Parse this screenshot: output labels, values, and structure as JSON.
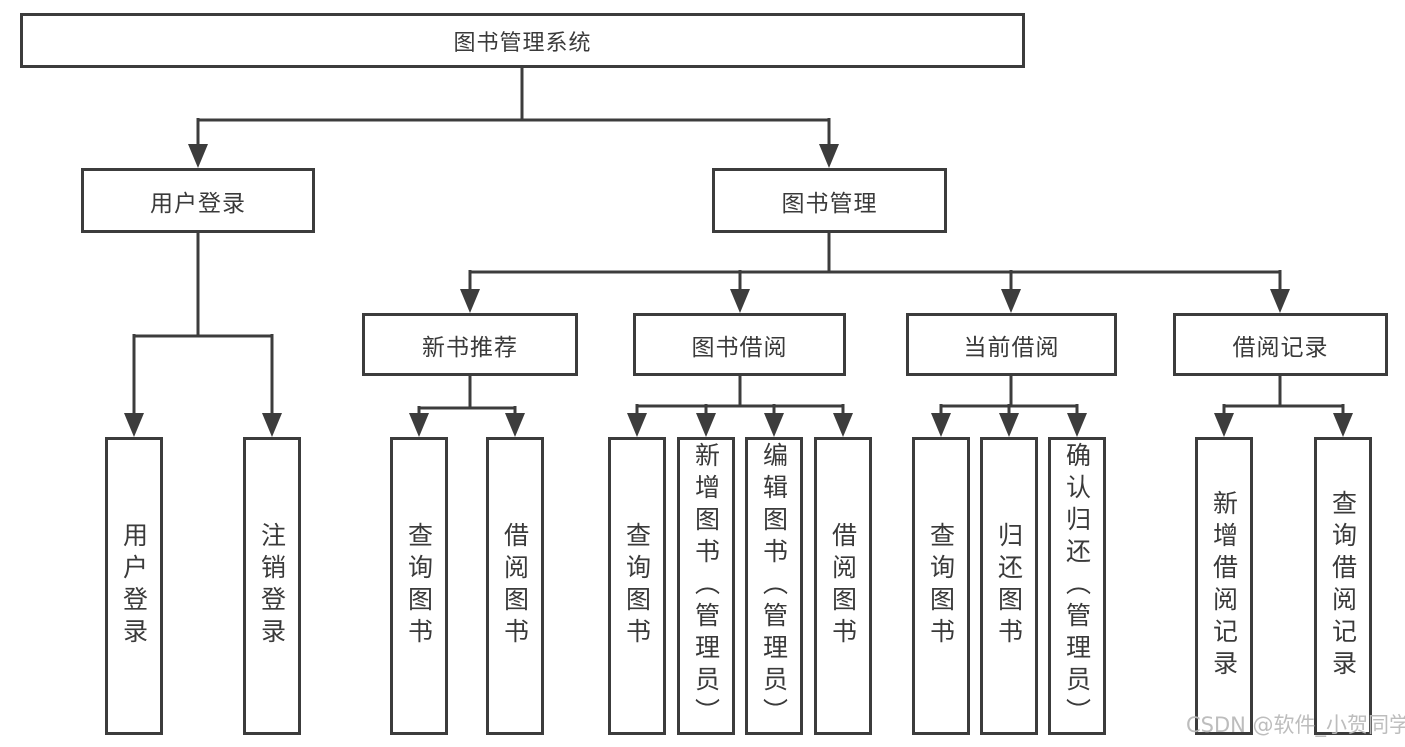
{
  "diagram": {
    "root": {
      "label": "图书管理系统"
    },
    "level2": [
      {
        "label": "用户登录"
      },
      {
        "label": "图书管理"
      }
    ],
    "level3": [
      {
        "label": "新书推荐"
      },
      {
        "label": "图书借阅"
      },
      {
        "label": "当前借阅"
      },
      {
        "label": "借阅记录"
      }
    ],
    "leaves": [
      {
        "label": "用户登录"
      },
      {
        "label": "注销登录"
      },
      {
        "label": "查询图书"
      },
      {
        "label": "借阅图书"
      },
      {
        "label": "查询图书"
      },
      {
        "label": "新增图书（管理员）"
      },
      {
        "label": "编辑图书（管理员）"
      },
      {
        "label": "借阅图书"
      },
      {
        "label": "查询图书"
      },
      {
        "label": "归还图书"
      },
      {
        "label": "确认归还（管理员）"
      },
      {
        "label": "新增借阅记录"
      },
      {
        "label": "查询借阅记录"
      }
    ]
  },
  "watermark": {
    "text": "CSDN @软件_小贺同学"
  },
  "colors": {
    "line": "#3c3c3c",
    "text": "#3a3a3a",
    "watermark": "#b9b9b9",
    "background": "#ffffff"
  }
}
